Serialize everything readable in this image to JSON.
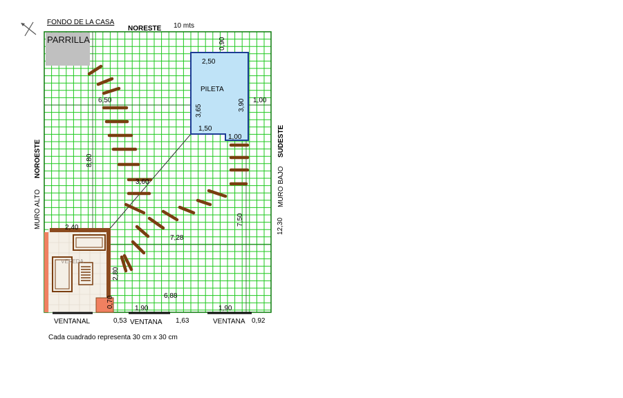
{
  "title": "FONDO DE LA CASA",
  "orientation": {
    "top": "NORESTE",
    "left": "NOROESTE",
    "right": "SUDESTE"
  },
  "scale_note": "10 mts",
  "walls": {
    "left": "MURO ALTO",
    "right": "MURO BAJO"
  },
  "areas": {
    "grill": "PARRILLA",
    "pool": "PILETA",
    "sidewalk": "VEREDA"
  },
  "windows": [
    "VENTANAL",
    "VENTANA",
    "VENTANA"
  ],
  "legend": "Cada cuadrado representa 30 cm x 30 cm",
  "measurements": {
    "pool_top": "2,50",
    "pool_top_gap": "0,90",
    "pool_right_offset": "1,00",
    "pool_left_height": "3,65",
    "pool_right_height": "3,90",
    "pool_bottom_left": "1,50",
    "pool_notch": "1,00",
    "diag_upper": "6,50",
    "left_height": "8,80",
    "diag_center": "3,60",
    "right_lower": "7,50",
    "right_total": "12,30",
    "diag_lower": "7,28",
    "patio_width": "2,40",
    "patio_height": "2,80",
    "bottom_width": "6,88",
    "corner_block": "0,70",
    "window_1": "1,90",
    "window_2": "1,90",
    "gap_1": "0,53",
    "gap_2": "1,63",
    "gap_3": "0,92"
  },
  "colors": {
    "grid": "#1ec81e",
    "pool_fill": "#bfe3f7",
    "pool_stroke": "#1c3c94",
    "step": "#7a3e10",
    "patio_wall": "#8b4a1e",
    "patio_floor": "#f4efe6",
    "grill": "#c0c0c0",
    "accent_wall": "#f08060"
  }
}
